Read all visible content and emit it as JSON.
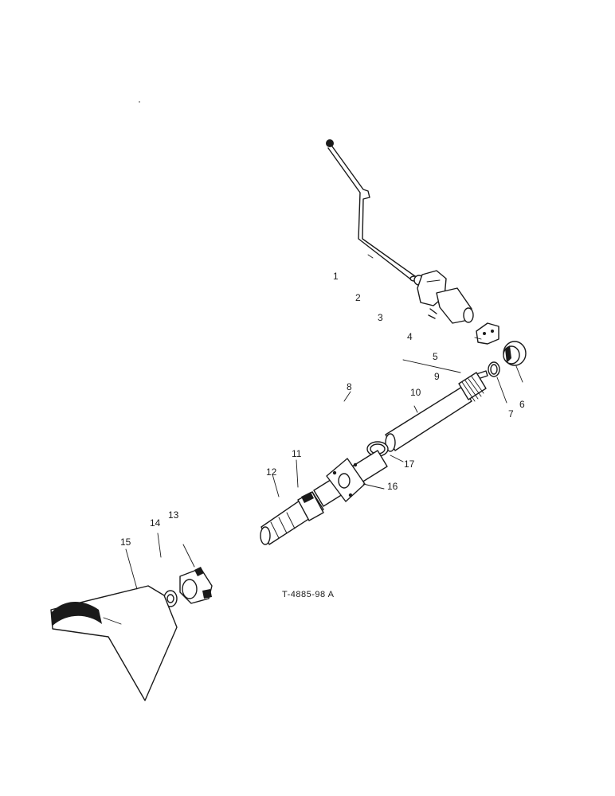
{
  "diagram": {
    "reference_code": "T-4885-98 A",
    "part_labels": {
      "p1": "1",
      "p2": "2",
      "p3": "3",
      "p4": "4",
      "p5": "5",
      "p6": "6",
      "p7": "7",
      "p8": "8",
      "p9": "9",
      "p10": "10",
      "p11": "11",
      "p12": "12",
      "p13": "13",
      "p14": "14",
      "p15": "15",
      "p16": "16",
      "p17": "17"
    }
  }
}
